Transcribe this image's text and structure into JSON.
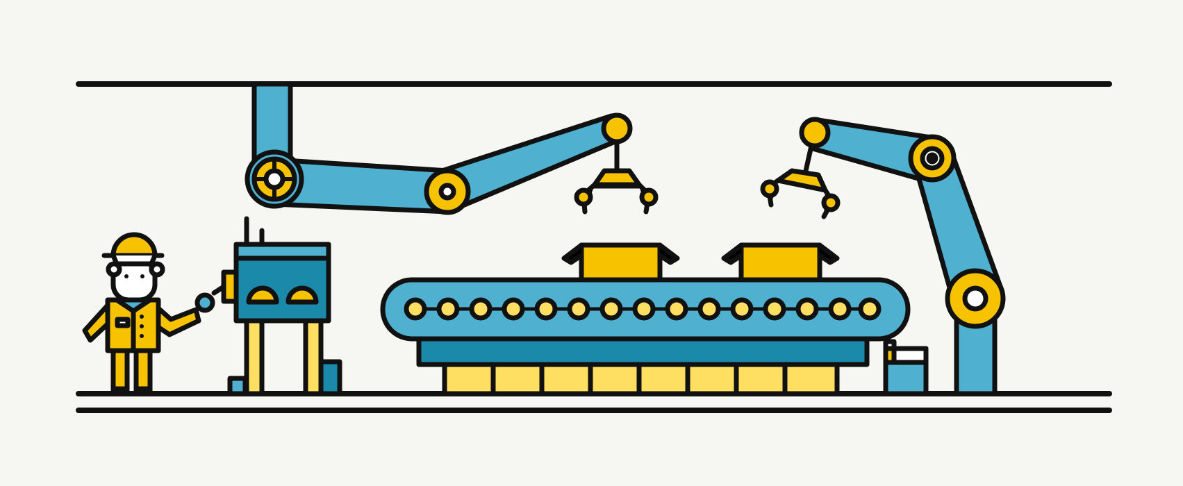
{
  "scene": {
    "colors": {
      "background": "#f6f6f2",
      "outline": "#111111",
      "blue_light": "#4fb0d0",
      "blue_dark": "#1b89aa",
      "yellow": "#f7c200",
      "yellow_light": "#ffdf62",
      "white": "#ffffff"
    },
    "elements": [
      "ceiling-rail",
      "floor-line",
      "left-robot-arm",
      "right-robot-arm",
      "conveyor-belt",
      "cardboard-box-left",
      "cardboard-box-right",
      "control-machine",
      "factory-worker",
      "floor-crate-left",
      "floor-crate-right"
    ]
  }
}
